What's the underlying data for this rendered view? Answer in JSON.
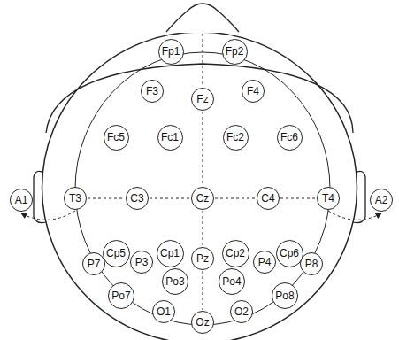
{
  "diagram": {
    "nodes": [
      {
        "text": [
          "Fp1"
        ]
      },
      {
        "text": [
          "Fp2"
        ]
      },
      {
        "text": [
          "F3"
        ]
      },
      {
        "text": [
          "Fz"
        ]
      },
      {
        "text": [
          "F4"
        ]
      },
      {
        "text": [
          "Fc5"
        ]
      },
      {
        "text": [
          "Fc1"
        ]
      },
      {
        "text": [
          "Fc2"
        ]
      },
      {
        "text": [
          "Fc6"
        ]
      },
      {
        "text": [
          "A1"
        ]
      },
      {
        "text": [
          "T3"
        ]
      },
      {
        "text": [
          "C3"
        ]
      },
      {
        "text": [
          "Cz"
        ]
      },
      {
        "text": [
          "C4"
        ]
      },
      {
        "text": [
          "T4"
        ]
      },
      {
        "text": [
          "A2"
        ]
      },
      {
        "text": [
          "Cp5"
        ]
      },
      {
        "text": [
          "Cp1"
        ]
      },
      {
        "text": [
          "Cp2"
        ]
      },
      {
        "text": [
          "Cp6"
        ]
      },
      {
        "text": [
          "P7"
        ]
      },
      {
        "text": [
          "P3"
        ]
      },
      {
        "text": [
          "Pz"
        ]
      },
      {
        "text": [
          "P4"
        ]
      },
      {
        "text": [
          "P8"
        ]
      },
      {
        "text": [
          "Po3"
        ]
      },
      {
        "text": [
          "Po4"
        ]
      },
      {
        "text": [
          "Po7"
        ]
      },
      {
        "text": [
          "Po8"
        ]
      },
      {
        "text": [
          "O1"
        ]
      },
      {
        "text": [
          "Oz"
        ]
      },
      {
        "text": [
          "O2"
        ]
      }
    ],
    "edges": [
      {
        "from": 10,
        "to": 9,
        "arrow": "to"
      },
      {
        "from": 14,
        "to": 15,
        "arrow": "to"
      },
      {
        "from": 10,
        "to": 11,
        "arrow": "none"
      },
      {
        "from": 11,
        "to": 12,
        "arrow": "none"
      },
      {
        "from": 12,
        "to": 13,
        "arrow": "none"
      },
      {
        "from": 13,
        "to": 14,
        "arrow": "none"
      },
      {
        "from": 3,
        "to": 12,
        "arrow": "none"
      },
      {
        "from": 12,
        "to": 22,
        "arrow": "none"
      },
      {
        "from": 22,
        "to": 30,
        "arrow": "none"
      }
    ]
  }
}
